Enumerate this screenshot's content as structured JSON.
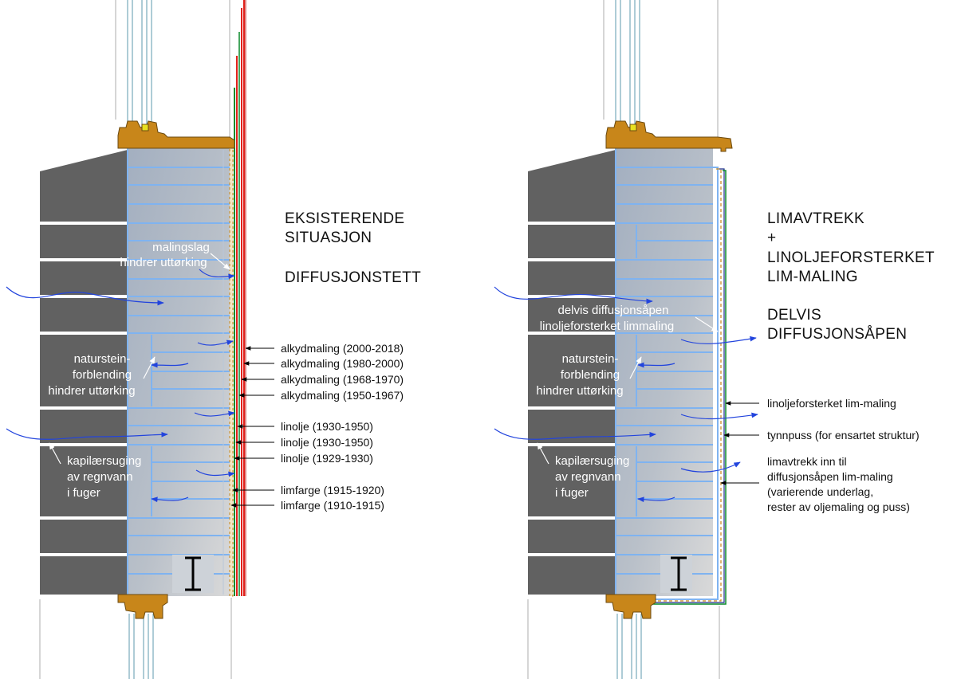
{
  "left": {
    "title_lines": [
      "EKSISTERENDE",
      "SITUASJON"
    ],
    "subtitle": "DIFFUSJONSTETT",
    "paint_note": [
      "malingslag",
      "hindrer uttørking"
    ],
    "stone_note": [
      "naturstein-",
      "forblending",
      "hindrer uttørking"
    ],
    "capillary_note": [
      "kapilærsuging",
      "av regnvann",
      "i fuger"
    ],
    "layers": [
      "alkydmaling (2000-2018)",
      "alkydmaling (1980-2000)",
      "alkydmaling (1968-1970)",
      "alkydmaling (1950-1967)",
      "linolje (1930-1950)",
      "linolje (1930-1950)",
      "linolje (1929-1930)",
      "limfarge (1915-1920)",
      "limfarge (1910-1915)"
    ]
  },
  "right": {
    "title_lines": [
      "LIMAVTREKK",
      "+",
      "LINOLJEFORSTERKET",
      "LIM-MALING"
    ],
    "subtitle_lines": [
      "DELVIS",
      "DIFFUSJONSÅPEN"
    ],
    "paint_note": [
      "delvis diffusjonsåpen",
      "linoljeforsterket limmaling"
    ],
    "stone_note": [
      "naturstein-",
      "forblending",
      "hindrer uttørking"
    ],
    "capillary_note": [
      "kapilærsuging",
      "av regnvann",
      "i fuger"
    ],
    "layers": [
      {
        "lines": [
          "linoljeforsterket lim-maling"
        ]
      },
      {
        "lines": [
          "tynnpuss (for ensartet struktur)"
        ]
      },
      {
        "lines": [
          "limavtrekk inn til",
          "diffusjonsåpen lim-maling",
          "(varierende underlag,",
          "rester av oljemaling og puss)"
        ]
      }
    ]
  },
  "colors": {
    "stone": "#616161",
    "brick_top": "#a8b3c2",
    "brick_bottom": "#d2d2d2",
    "mortar": "#7fb3f0",
    "timber": "#c8861a",
    "arrow_blue": "#2244dd",
    "paint_red": "#e0201a",
    "paint_green": "#0a8a2a"
  }
}
